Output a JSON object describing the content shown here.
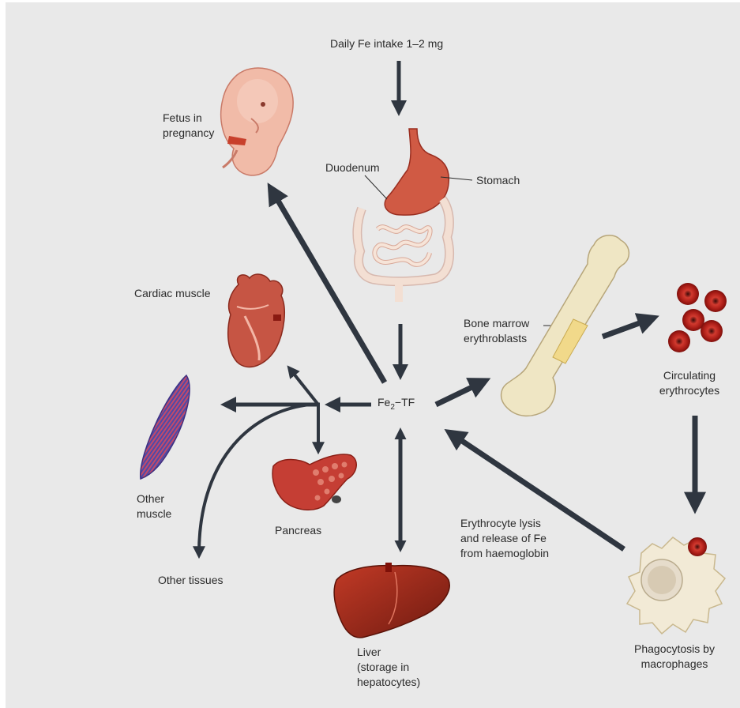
{
  "labels": {
    "intake": "Daily Fe intake 1–2 mg",
    "fetus": "Fetus in\npregnancy",
    "duodenum": "Duodenum",
    "stomach": "Stomach",
    "cardiac": "Cardiac muscle",
    "bone_marrow": "Bone marrow\nerythroblasts",
    "circulating": "Circulating\nerythrocytes",
    "fe_main": "Fe",
    "fe_sub": "2",
    "fe_tail": "−TF",
    "other_muscle": "Other\nmuscle",
    "pancreas": "Pancreas",
    "other_tissues": "Other tissues",
    "lysis": "Erythrocyte lysis\nand release of Fe\nfrom haemoglobin",
    "liver": "Liver\n(storage in\nhepatocytes)",
    "phagocytosis": "Phagocytosis by\nmacrophages"
  },
  "colors": {
    "arrow": "#2f3640",
    "organ_red": "#b52a22",
    "organ_pink": "#e8a89a",
    "bone": "#efe6c4",
    "muscle": "#6a4fa0",
    "intestine": "#f3dfd3"
  }
}
